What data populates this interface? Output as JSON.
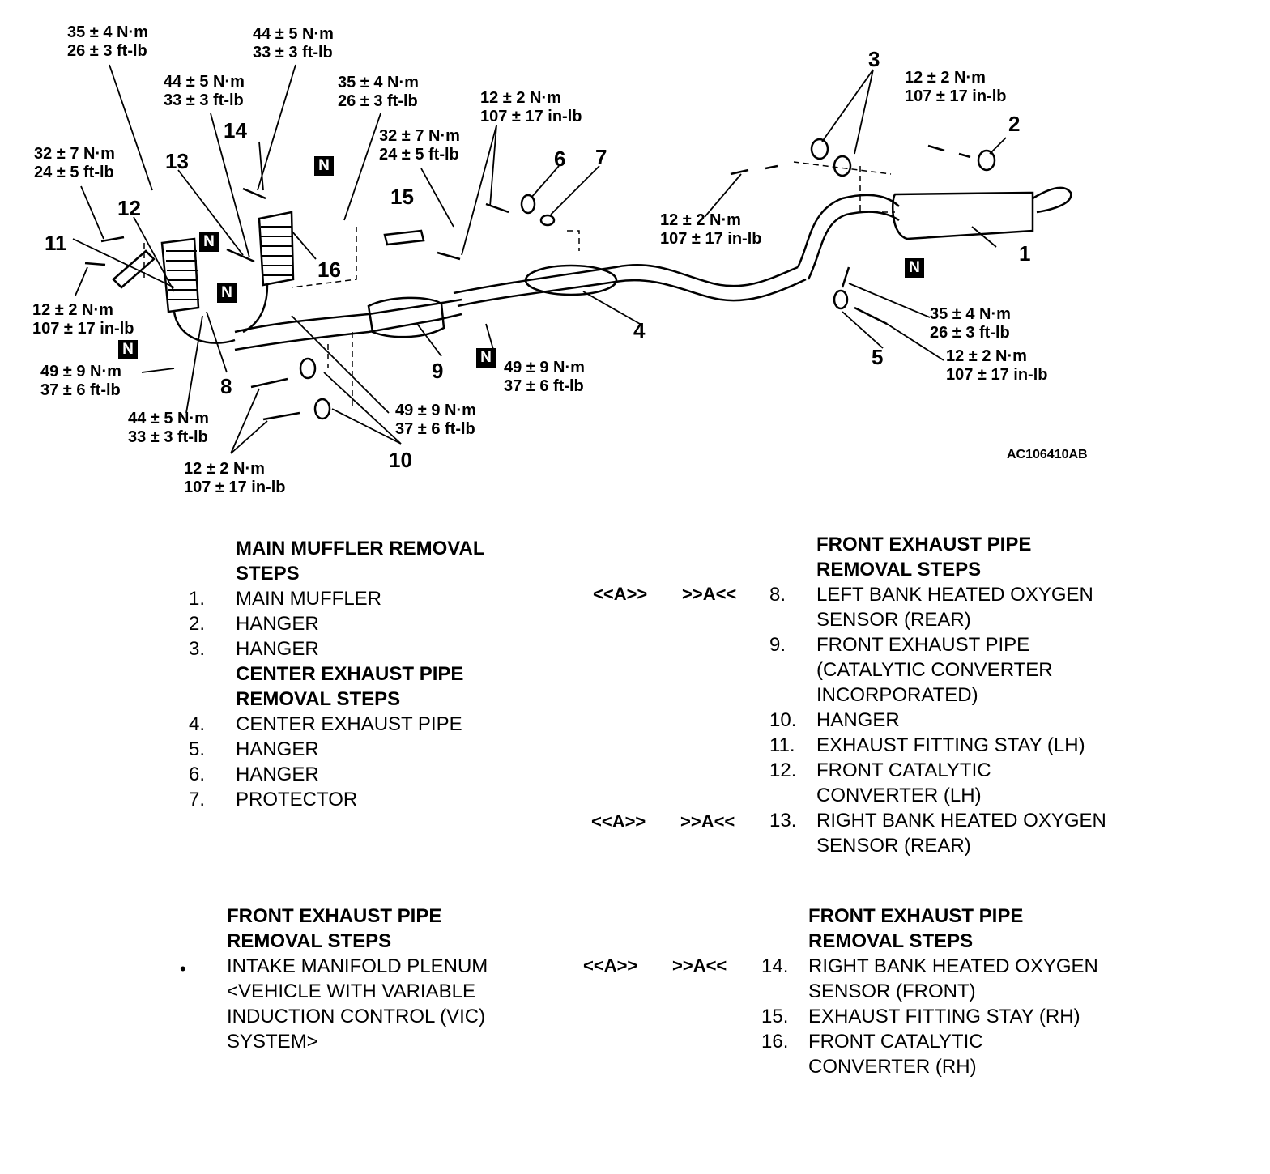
{
  "torque": {
    "t1": [
      "35 ± 4 N·m",
      "26 ± 3 ft-lb"
    ],
    "t2": [
      "44 ± 5 N·m",
      "33 ± 3 ft-lb"
    ],
    "t3": [
      "44 ± 5 N·m",
      "33 ± 3 ft-lb"
    ],
    "t4": [
      "35 ± 4 N·m",
      "26 ± 3 ft-lb"
    ],
    "t5": [
      "12 ± 2 N·m",
      "107 ± 17 in-lb"
    ],
    "t6": [
      "32 ± 7 N·m",
      "24 ± 5 ft-lb"
    ],
    "t7": [
      "32 ± 7 N·m",
      "24 ± 5 ft-lb"
    ],
    "t8": [
      "12 ± 2 N·m",
      "107 ± 17 in-lb"
    ],
    "t9": [
      "12 ± 2 N·m",
      "107 ± 17 in-lb"
    ],
    "t10": [
      "12 ± 2 N·m",
      "107 ± 17 in-lb"
    ],
    "t11": [
      "35 ± 4 N·m",
      "26 ± 3 ft-lb"
    ],
    "t12": [
      "12 ± 2 N·m",
      "107 ± 17 in-lb"
    ],
    "t13": [
      "49 ± 9 N·m",
      "37 ± 6 ft-lb"
    ],
    "t14": [
      "49 ± 9 N·m",
      "37 ± 6 ft-lb"
    ],
    "t15": [
      "49 ± 9 N·m",
      "37 ± 6 ft-lb"
    ],
    "t16": [
      "44 ± 5 N·m",
      "33 ± 3 ft-lb"
    ],
    "t17": [
      "12 ± 2 N·m",
      "107 ± 17 in-lb"
    ]
  },
  "callouts": [
    "1",
    "2",
    "3",
    "4",
    "5",
    "6",
    "7",
    "8",
    "9",
    "10",
    "11",
    "12",
    "13",
    "14",
    "15",
    "16"
  ],
  "n_mark": "N",
  "figure_id": "AC106410AB",
  "marks": {
    "a_left": "<<A>>",
    "a_right": ">>A<<",
    "bullet": "•"
  },
  "sections": {
    "main_muffler": {
      "heading": [
        "MAIN MUFFLER REMOVAL",
        "STEPS"
      ],
      "items": [
        {
          "n": "1.",
          "t": "MAIN MUFFLER"
        },
        {
          "n": "2.",
          "t": "HANGER"
        },
        {
          "n": "3.",
          "t": "HANGER"
        }
      ]
    },
    "center_pipe": {
      "heading": [
        "CENTER EXHAUST PIPE",
        "REMOVAL STEPS"
      ],
      "items": [
        {
          "n": "4.",
          "t": "CENTER EXHAUST PIPE"
        },
        {
          "n": "5.",
          "t": "HANGER"
        },
        {
          "n": "6.",
          "t": "HANGER"
        },
        {
          "n": "7.",
          "t": "PROTECTOR"
        }
      ]
    },
    "front_pipe_1": {
      "heading": [
        "FRONT EXHAUST PIPE",
        "REMOVAL STEPS"
      ],
      "items": [
        {
          "n": "8.",
          "t": [
            "LEFT BANK HEATED OXYGEN",
            "SENSOR (REAR)"
          ]
        },
        {
          "n": "9.",
          "t": [
            "FRONT EXHAUST PIPE",
            "(CATALYTIC CONVERTER",
            "INCORPORATED)"
          ]
        },
        {
          "n": "10.",
          "t": [
            "HANGER"
          ]
        },
        {
          "n": "11.",
          "t": [
            "EXHAUST FITTING STAY (LH)"
          ]
        },
        {
          "n": "12.",
          "t": [
            "FRONT CATALYTIC",
            "CONVERTER (LH)"
          ]
        },
        {
          "n": "13.",
          "t": [
            "RIGHT BANK HEATED OXYGEN",
            "SENSOR (REAR)"
          ]
        }
      ]
    },
    "front_pipe_2": {
      "heading": [
        "FRONT EXHAUST PIPE",
        "REMOVAL STEPS"
      ],
      "items": [
        {
          "t": [
            "INTAKE MANIFOLD PLENUM",
            "<VEHICLE WITH VARIABLE",
            "INDUCTION CONTROL (VIC)",
            "SYSTEM>"
          ]
        }
      ]
    },
    "front_pipe_3": {
      "heading": [
        "FRONT EXHAUST PIPE",
        "REMOVAL STEPS"
      ],
      "items": [
        {
          "n": "14.",
          "t": [
            "RIGHT BANK HEATED OXYGEN",
            "SENSOR (FRONT)"
          ]
        },
        {
          "n": "15.",
          "t": [
            "EXHAUST FITTING STAY (RH)"
          ]
        },
        {
          "n": "16.",
          "t": [
            "FRONT CATALYTIC",
            "CONVERTER (RH)"
          ]
        }
      ]
    }
  }
}
